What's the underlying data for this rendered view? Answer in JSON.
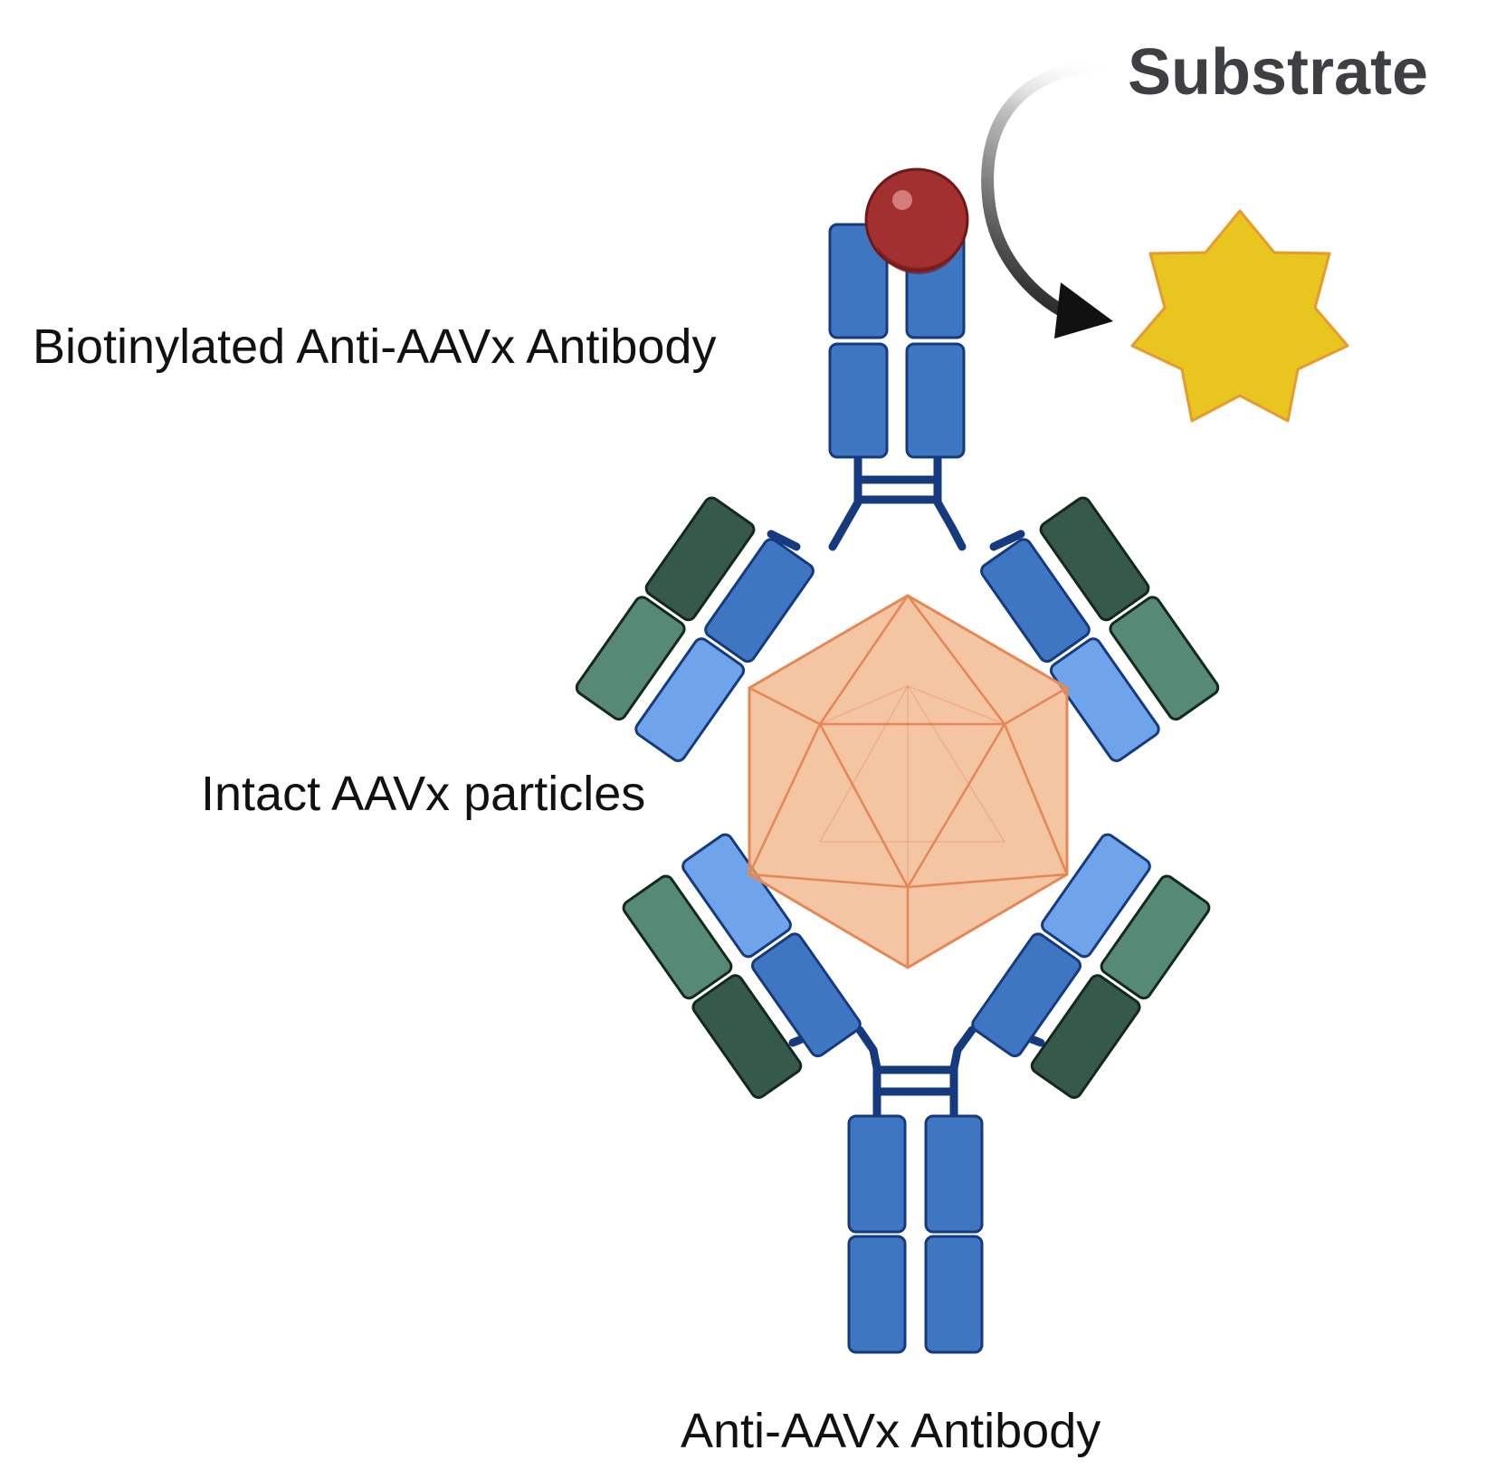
{
  "labels": {
    "substrate": "Substrate",
    "biotinylated_antibody": "Biotinylated Anti-AAVx Antibody",
    "aav_particles": "Intact AAVx particles",
    "capture_antibody": "Anti-AAVx Antibody"
  },
  "colors": {
    "heavy_chain_fill": "#3f76c2",
    "heavy_chain_stroke": "#163a80",
    "light_blue_fill": "#6fa4ea",
    "dark_green_fill": "#355a4b",
    "green_fill": "#568a74",
    "green_stroke": "#14281e",
    "capsid_fill": "#f0ae80",
    "capsid_stroke": "#e58855",
    "biotin_fill": "#a33030",
    "star_fill": "#e9c520",
    "star_stroke": "#e79a2e",
    "label_text": "#111111",
    "substrate_text": "#3d3f42"
  },
  "icons": {
    "biotin": "red-sphere",
    "signal": "yellow-star-burst",
    "reaction": "curved-arrow",
    "virus": "icosahedron-capsid"
  }
}
